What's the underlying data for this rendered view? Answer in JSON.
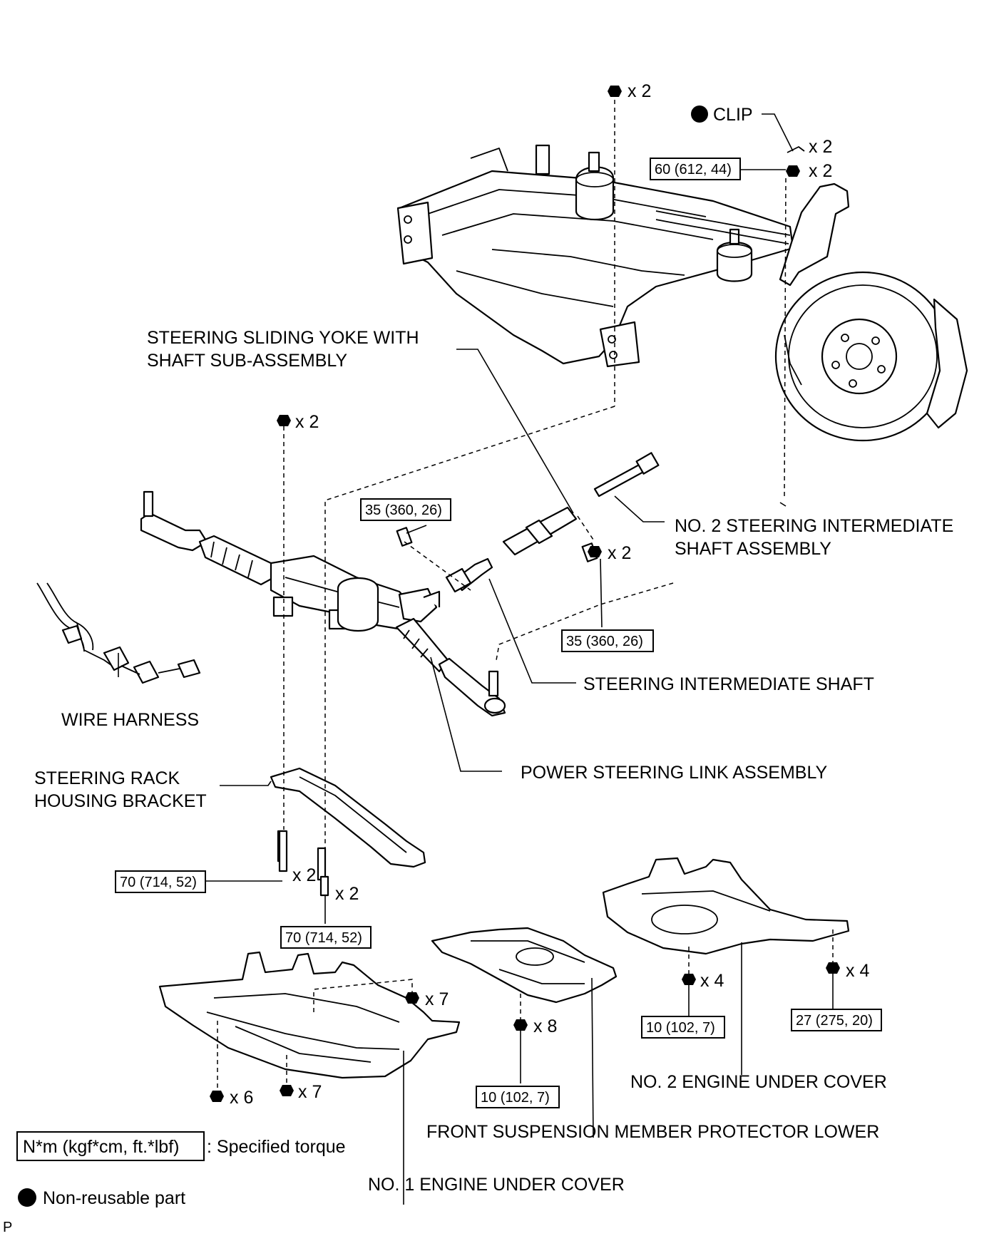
{
  "labels": {
    "clip": "CLIP",
    "sliding_yoke_1": "STEERING SLIDING YOKE WITH",
    "sliding_yoke_2": "SHAFT SUB-ASSEMBLY",
    "no2_shaft_1": "NO. 2 STEERING INTERMEDIATE",
    "no2_shaft_2": "SHAFT ASSEMBLY",
    "intermediate_shaft": "STEERING INTERMEDIATE SHAFT",
    "wire_harness": "WIRE HARNESS",
    "power_steering_link": "POWER STEERING LINK ASSEMBLY",
    "rack_bracket_1": "STEERING RACK",
    "rack_bracket_2": "HOUSING BRACKET",
    "no2_engine_cover": "NO. 2 ENGINE UNDER COVER",
    "front_susp_protector": "FRONT SUSPENSION MEMBER PROTECTOR LOWER",
    "no1_engine_cover": "NO. 1 ENGINE UNDER COVER"
  },
  "quantities": {
    "top_nut": "x 2",
    "clip": "x 2",
    "clip_nut": "x 2",
    "rack_nut": "x 2",
    "yoke_bolt": "x 2",
    "bracket_bolt_left": "x 2",
    "bracket_bolt_right": "x 2",
    "no1_cover_right": "x 7",
    "no1_cover_left": "x 6",
    "no1_cover_mid": "x 7",
    "protector_bolt": "x 8",
    "no2_cover_left": "x 4",
    "no2_cover_right": "x 4"
  },
  "torques": {
    "clip_nut": "60 (612, 44)",
    "shaft_bolt": "35 (360, 26)",
    "yoke_bolt": "35 (360, 26)",
    "bracket_left": "70 (714, 52)",
    "bracket_right": "70 (714, 52)",
    "protector": "10 (102, 7)",
    "no2_left": "10 (102, 7)",
    "no2_right": "27 (275, 20)"
  },
  "legend": {
    "torque_box": "N*m (kgf*cm, ft.*lbf)",
    "torque_text": ": Specified torque",
    "nonreusable": "Non-reusable part"
  },
  "corner_mark": "P"
}
